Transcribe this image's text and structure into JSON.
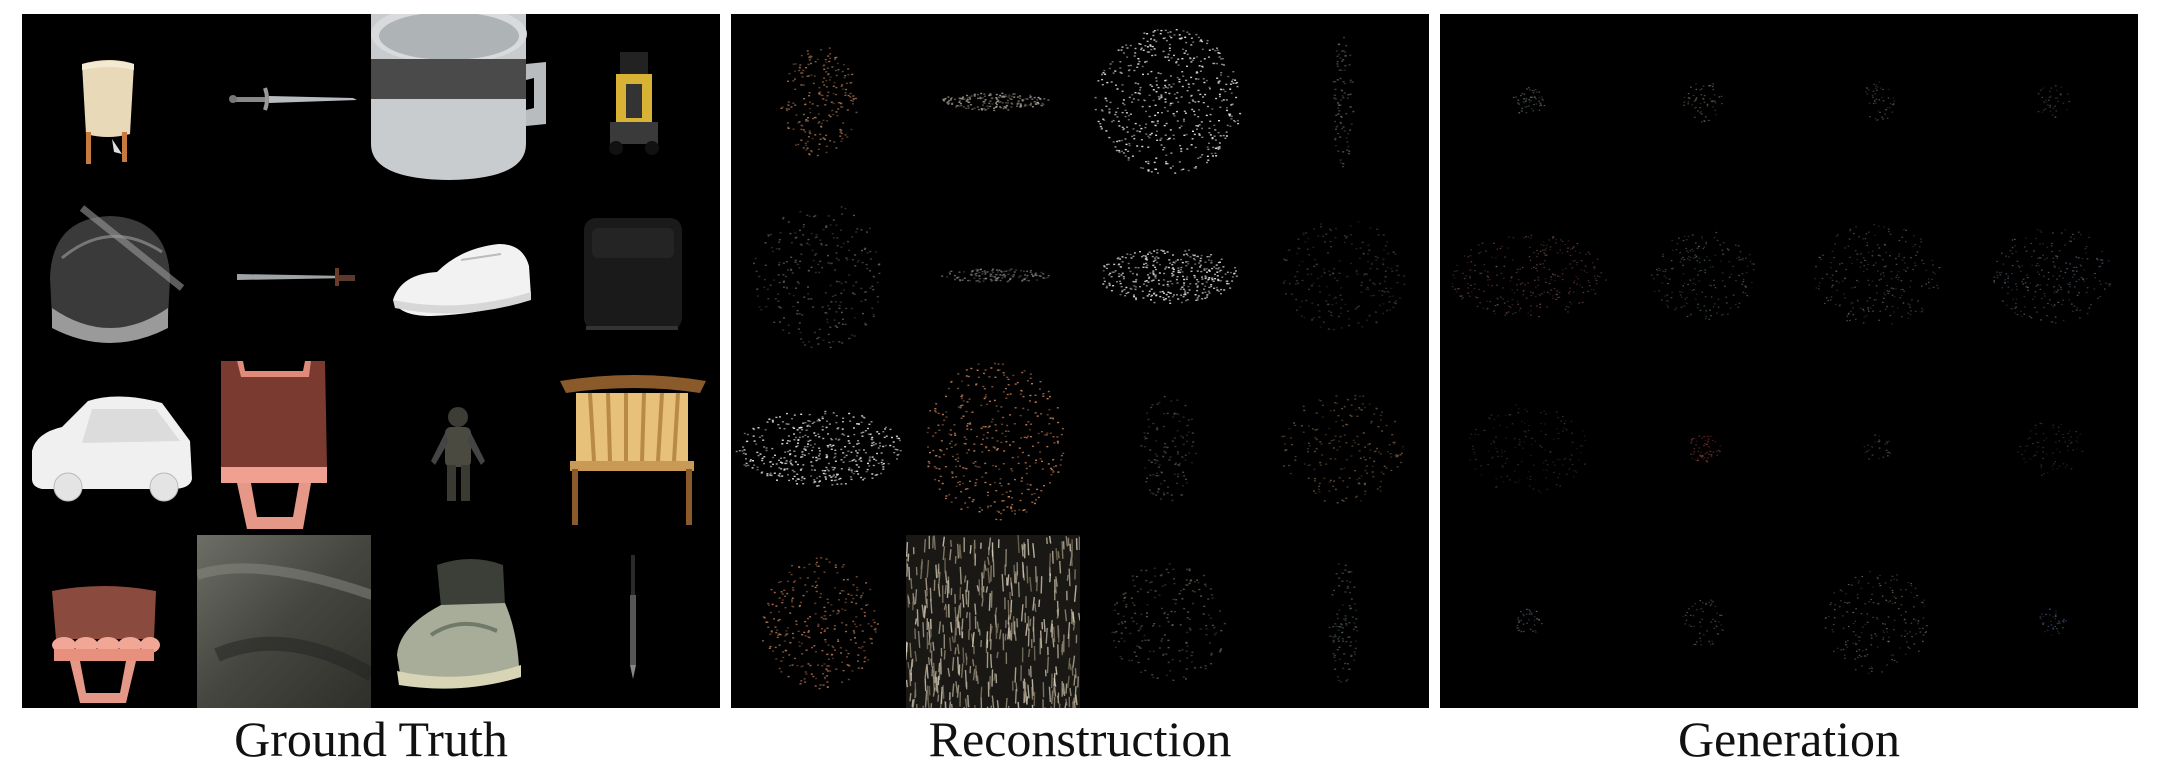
{
  "captions": {
    "ground_truth": "Ground Truth",
    "reconstruction": "Reconstruction",
    "generation": "Generation"
  },
  "panels": [
    {
      "id": "ground-truth",
      "background": "#000000",
      "rows": 4,
      "cols": 4
    },
    {
      "id": "reconstruction",
      "background": "#000000",
      "rows": 4,
      "cols": 4
    },
    {
      "id": "generation",
      "background": "#000000",
      "rows": 4,
      "cols": 4
    }
  ],
  "ground_truth_objects": [
    [
      "cloth-draped-stool",
      "sword",
      "mug",
      "yellow-robot-vehicle"
    ],
    [
      "dark-helmet",
      "long-sword",
      "white-sneaker",
      "black-backpack"
    ],
    [
      "white-car",
      "pink-chair-cutaway",
      "armored-figure",
      "wooden-chair"
    ],
    [
      "pink-chair",
      "gray-leather-texture",
      "hiking-boot",
      "pen"
    ]
  ]
}
